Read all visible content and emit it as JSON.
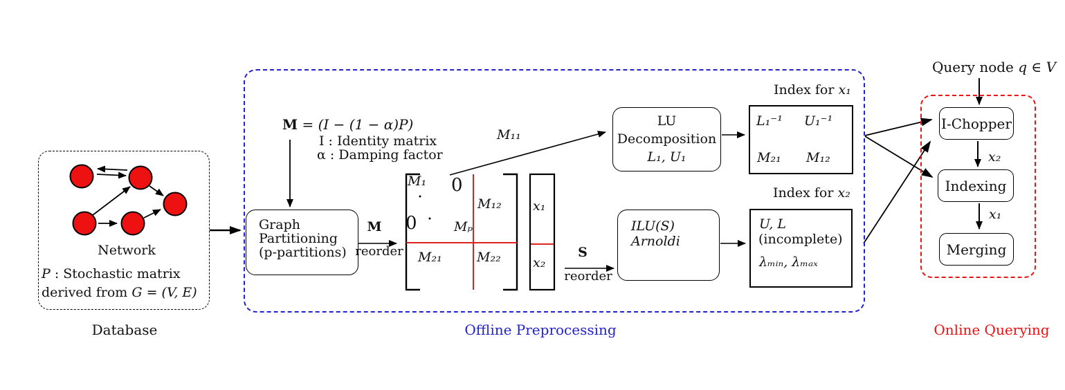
{
  "colors": {
    "accent_blue": "#2222cc",
    "accent_red": "#ee1111",
    "matrix_line_red": "#dd2222",
    "node_fill": "#ee1111"
  },
  "database": {
    "caption": "Database",
    "network_label": "Network",
    "p_math": "P",
    "p_rest": " : Stochastic matrix",
    "derived_prefix": "derived from ",
    "derived_math": "G = (V, E)"
  },
  "offline": {
    "caption": "Offline Preprocessing",
    "formula_m": "M",
    "formula_rest": " = (I − (1 − α)P)",
    "identity_line": "I : Identity matrix",
    "damping_line": "α : Damping factor",
    "gp_line1": "Graph",
    "gp_line2": "Partitioning",
    "gp_line3": "(p-partitions)",
    "m_arrow_top": "M",
    "m_arrow_bottom": "reorder",
    "s_arrow_top": "S",
    "s_arrow_bottom": "reorder",
    "m11_label": "M₁₁",
    "matrix": {
      "m1": "M₁",
      "zero_top": "0",
      "zero_bottom": "0",
      "mp": "Mₚ",
      "m12": "M₁₂",
      "m21": "M₂₁",
      "m22": "M₂₂"
    },
    "vector": {
      "x1": "x₁",
      "x2": "x₂"
    },
    "lu_line1": "LU",
    "lu_line2": "Decomposition",
    "lu_line3": "L₁, U₁",
    "ilu_line1": "ILU(S)",
    "ilu_line2": "Arnoldi",
    "index1_title_prefix": "Index for ",
    "index1_title_math": "x₁",
    "index1_c11": "L₁⁻¹",
    "index1_c12": "U₁⁻¹",
    "index1_c21": "M₂₁",
    "index1_c22": "M₁₂",
    "index2_title_prefix": "Index for ",
    "index2_title_math": "x₂",
    "index2_line1": "U, L",
    "index2_line2": "(incomplete)",
    "index2_line3": "λₘᵢₙ, λₘₐₓ"
  },
  "online": {
    "caption": "Online Querying",
    "query_prefix": "Query node ",
    "query_math": "q ∈ V",
    "chopper_label": "I-Chopper",
    "indexing_label": "Indexing",
    "merging_label": "Merging",
    "x2_label": "x₂",
    "x1_label": "x₁"
  }
}
